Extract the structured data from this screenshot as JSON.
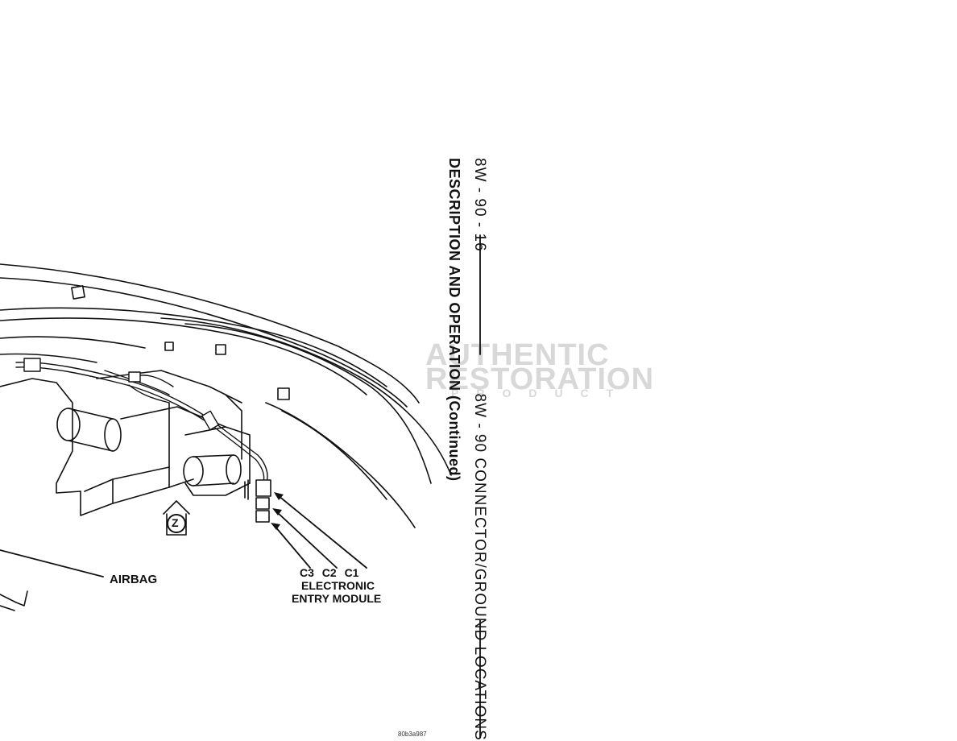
{
  "header": {
    "page_code": "8W - 90 - 16",
    "section_title": "8W - 90 CONNECTOR/GROUND LOCATIONS",
    "subsection": "DESCRIPTION AND OPERATION (Continued)"
  },
  "figure": {
    "labels": {
      "airbag": "AIRBAG",
      "connectors": "C3 C2 C1",
      "module_line1": "ELECTRONIC",
      "module_line2": "ENTRY MODULE",
      "view_marker": "Z"
    },
    "figure_id": "80b3a987"
  },
  "watermark": {
    "line1": "AUTHENTIC",
    "line2": "RESTORATION",
    "line3": "PRODUCT"
  }
}
